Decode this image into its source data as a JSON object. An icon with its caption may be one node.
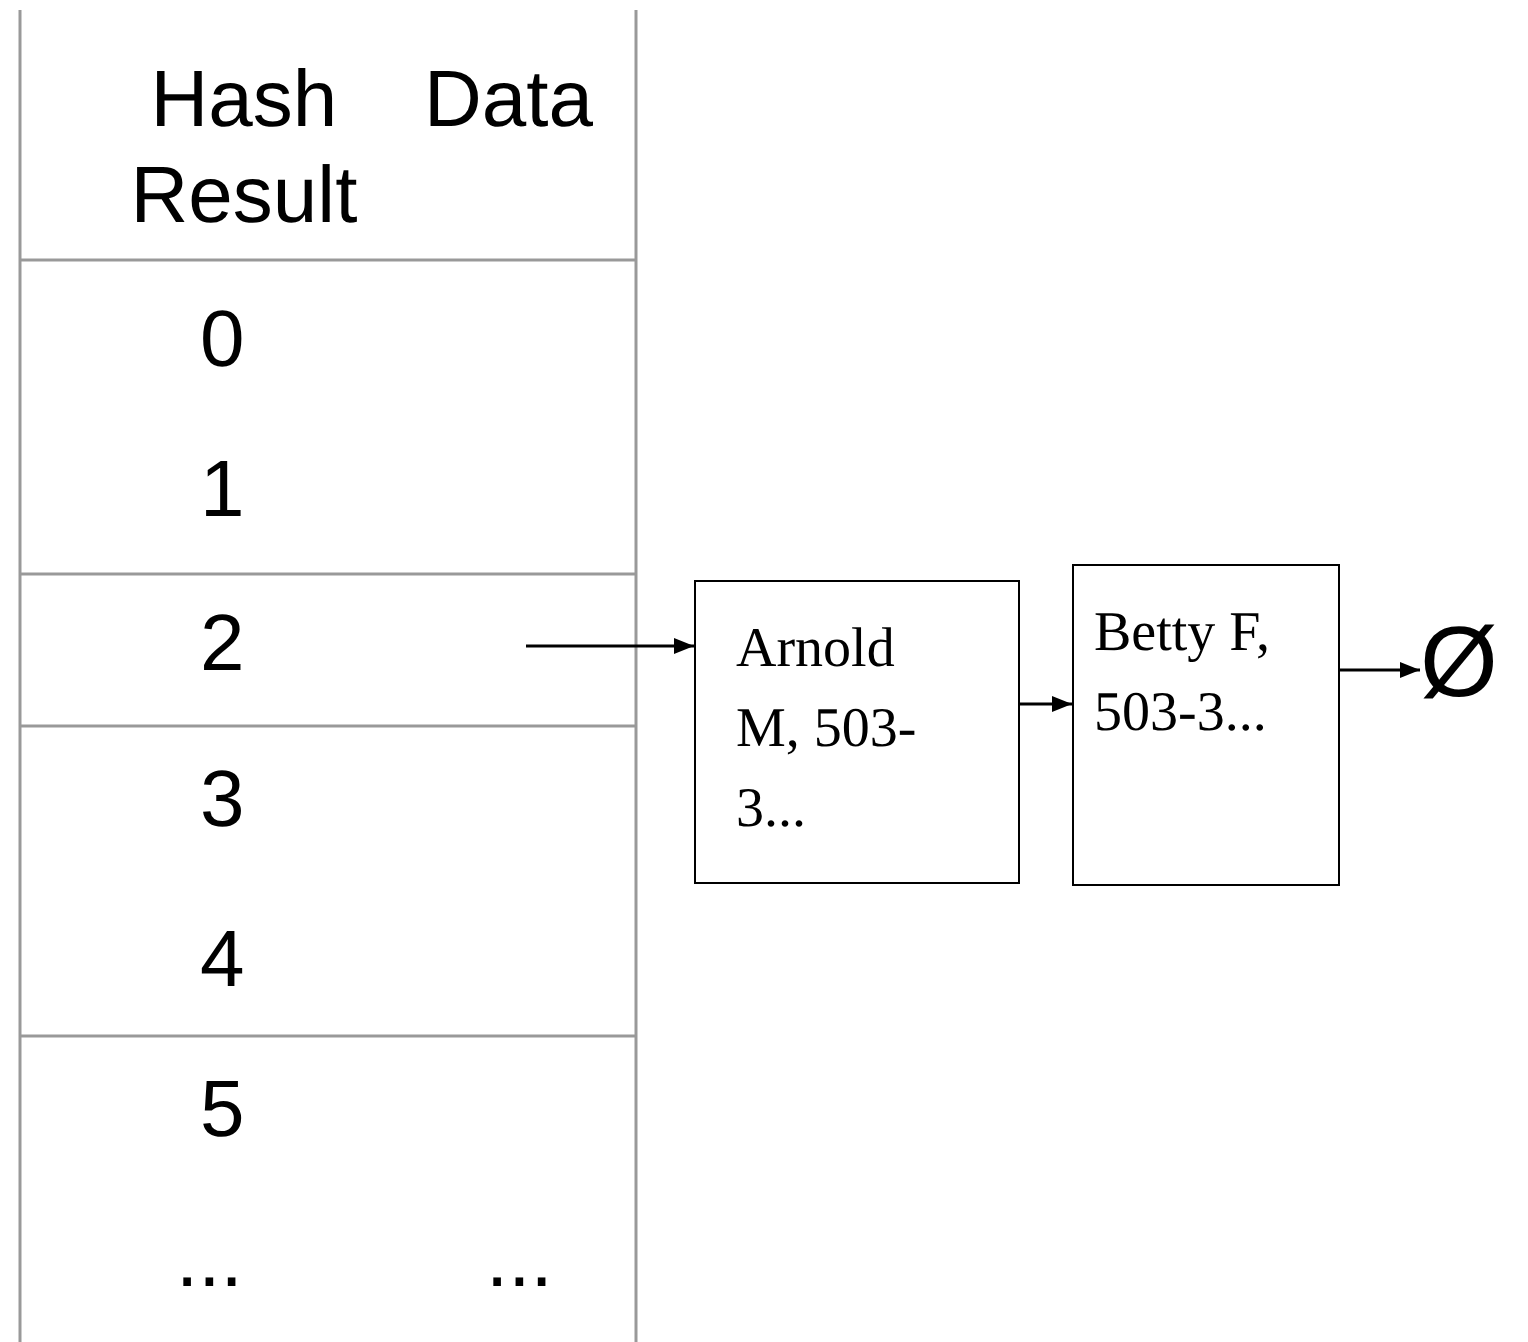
{
  "diagram": {
    "nodes": [
      {
        "text": [
          "Arnold M, 503-3..."
        ]
      },
      {
        "text": [
          "Betty F, 503-3..."
        ]
      },
      {
        "text": [
          "Ø"
        ]
      }
    ],
    "edges": [
      {
        "from": null,
        "to": 0,
        "arrow": "to"
      },
      {
        "from": 0,
        "to": 1,
        "arrow": "to"
      },
      {
        "from": 1,
        "to": 2,
        "arrow": "to"
      }
    ],
    "labels": [
      "Hash Result",
      "Data",
      "0",
      "1",
      "2",
      "3",
      "4",
      "5",
      "...",
      "..."
    ]
  }
}
